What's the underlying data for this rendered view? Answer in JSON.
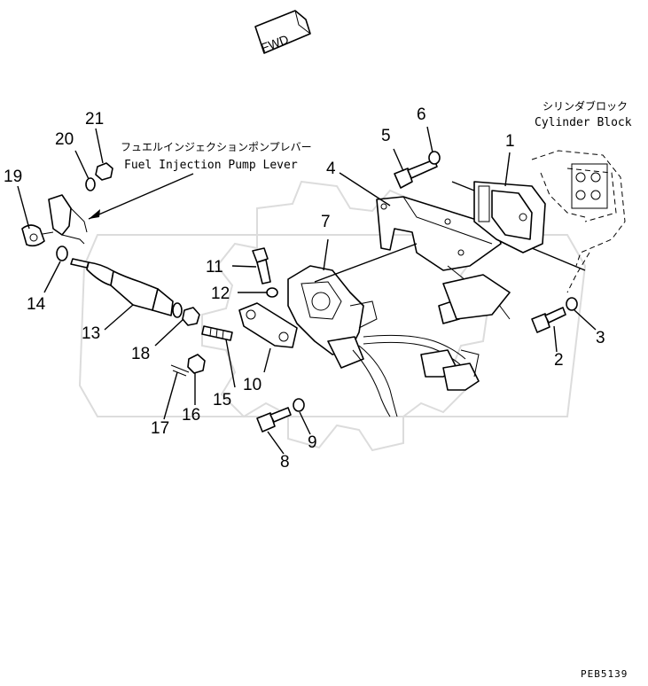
{
  "fwd_label": "FWD",
  "labels": {
    "fuel_lever_jp": "フュエルインジェクションポンプレバー",
    "fuel_lever_en": "Fuel Injection Pump Lever",
    "cylinder_block_jp": "シリンダブロック",
    "cylinder_block_en": "Cylinder Block"
  },
  "callouts": [
    "1",
    "2",
    "3",
    "4",
    "5",
    "6",
    "7",
    "8",
    "9",
    "10",
    "11",
    "12",
    "13",
    "14",
    "15",
    "16",
    "17",
    "18",
    "19",
    "20",
    "21"
  ],
  "drawing_code": "PEB5139",
  "colors": {
    "line": "#000000",
    "watermark": "#d9d9d9",
    "background": "#ffffff"
  }
}
